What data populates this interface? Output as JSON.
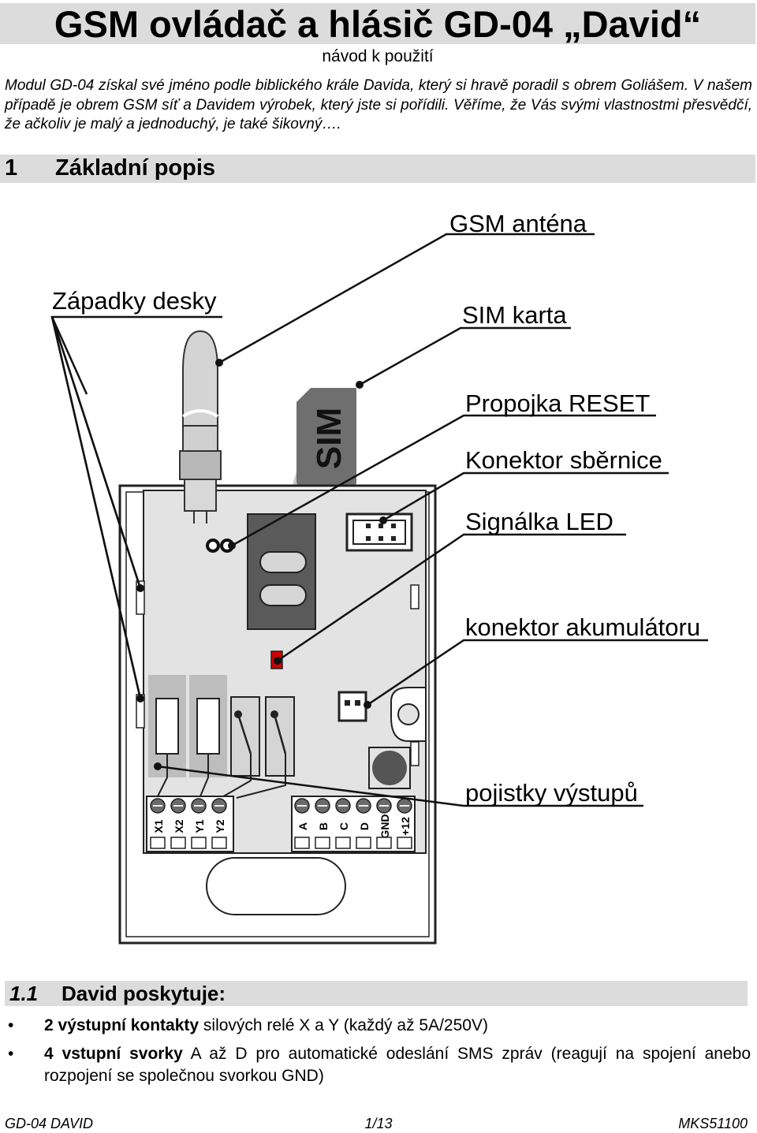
{
  "header": {
    "title": "GSM ovládač a hlásič GD-04 „David“",
    "subtitle": "návod k použití"
  },
  "intro": "Modul GD-04 získal své jméno podle biblického krále Davida, který si hravě poradil s obrem Goliášem. V našem případě je obrem GSM síť a Davidem výrobek, který jste si pořídili. Věříme, že Vás svými vlastnostmi přesvědčí, že ačkoliv je malý a jednoduchý, je také šikovný….",
  "section": {
    "number": "1",
    "title": "Základní popis"
  },
  "diagram": {
    "labels": {
      "antenna": "GSM anténa",
      "latches": "Západky desky",
      "sim": "SIM karta",
      "reset": "Propojka RESET",
      "bus": "Konektor sběrnice",
      "led": "Signálka  LED",
      "battery": "konektor akumulátoru",
      "fuses": "pojistky výstupů"
    },
    "sim_text": "SIM",
    "terminals_left": [
      "X1",
      "X2",
      "Y1",
      "Y2"
    ],
    "terminals_right": [
      "A",
      "B",
      "C",
      "D",
      "GND",
      "+12"
    ]
  },
  "subsection": {
    "number": "1.1",
    "title": "David poskytuje:"
  },
  "bullets": [
    {
      "bold": "2 výstupní kontakty",
      "text": " silových relé X a Y (každý až 5A/250V)"
    },
    {
      "bold": "4 vstupní svorky",
      "text": " A až D pro automatické odeslání SMS zpráv (reagují na spojení anebo rozpojení se společnou svorkou GND)"
    }
  ],
  "footer": {
    "left": "GD-04 DAVID",
    "center": "1/13",
    "right": "MKS51100"
  },
  "colors": {
    "band": "#dcdcdc",
    "board": "#e3e3e3",
    "led": "#cc0000"
  }
}
